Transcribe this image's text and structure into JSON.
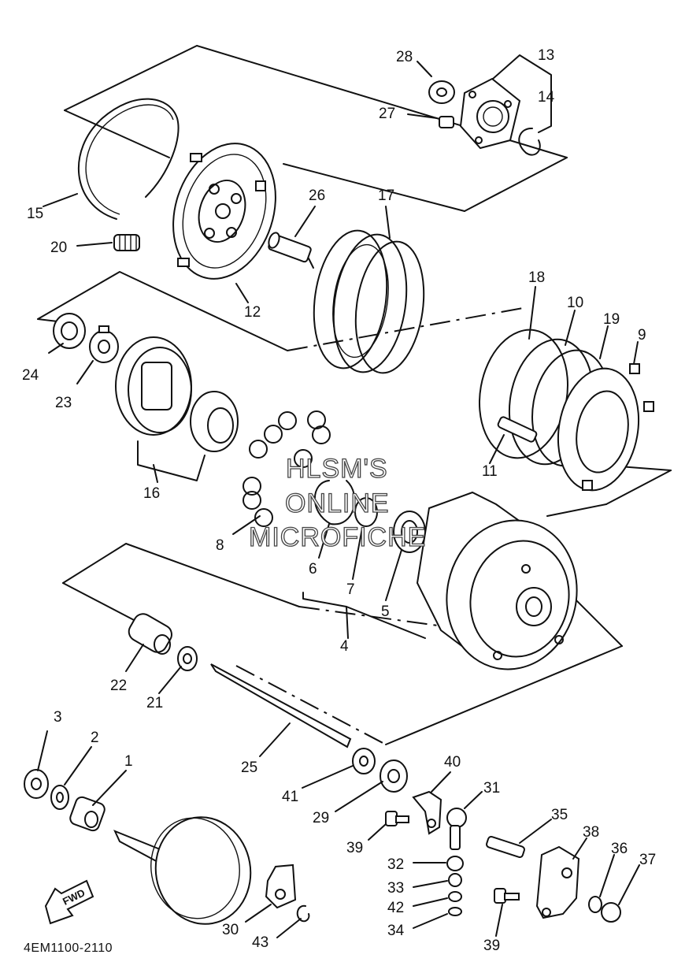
{
  "diagram_code": "4EM1100-2110",
  "watermark": {
    "line1": "HLSM'S",
    "line2": "ONLINE",
    "line3": "MICROFICHE"
  },
  "direction_arrow": "FWD",
  "callouts": {
    "c1": "1",
    "c2": "2",
    "c3": "3",
    "c4": "4",
    "c5": "5",
    "c6": "6",
    "c7": "7",
    "c8": "8",
    "c9": "9",
    "c10": "10",
    "c11": "11",
    "c12": "12",
    "c13": "13",
    "c14": "14",
    "c15": "15",
    "c16": "16",
    "c17": "17",
    "c18": "18",
    "c19": "19",
    "c20": "20",
    "c21": "21",
    "c22": "22",
    "c23": "23",
    "c24": "24",
    "c25": "25",
    "c26": "26",
    "c27": "27",
    "c28": "28",
    "c29": "29",
    "c30": "30",
    "c31": "31",
    "c32": "32",
    "c33": "33",
    "c34": "34",
    "c35": "35",
    "c36": "36",
    "c37": "37",
    "c38": "38",
    "c39a": "39",
    "c39b": "39",
    "c40": "40",
    "c41": "41",
    "c42": "42",
    "c43": "43"
  }
}
